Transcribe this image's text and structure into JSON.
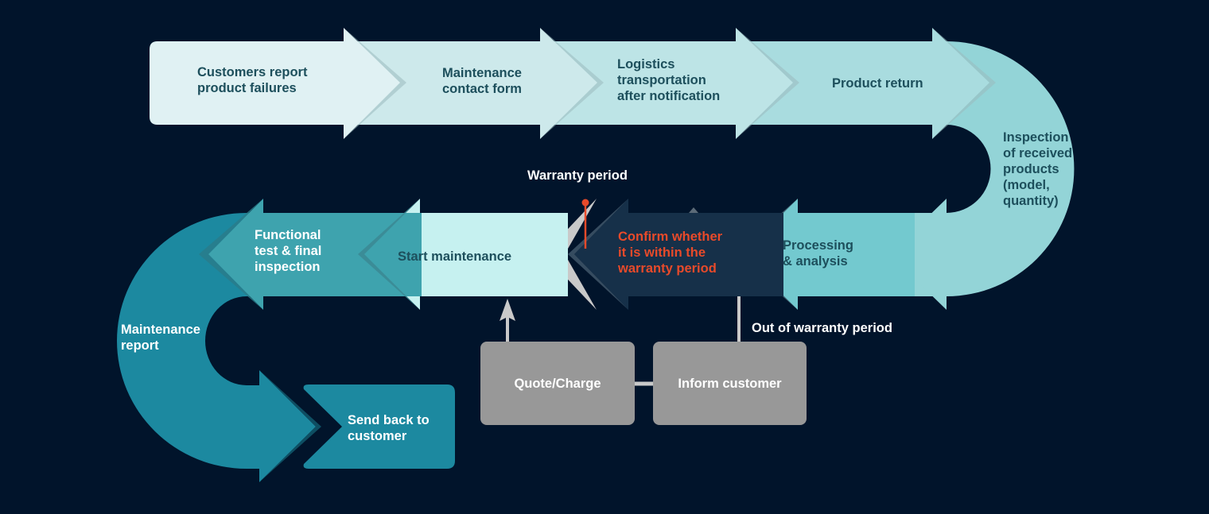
{
  "title": "Product maintenance process flow",
  "colors": {
    "background": "#01142b",
    "step_1": "#e0f1f3",
    "step_2": "#cde9eb",
    "step_3": "#bde4e6",
    "step_4": "#a9dcdf",
    "inspection": "#93d4d7",
    "processing": "#73c9cf",
    "confirm": "#163049",
    "start_maintenance": "#c6f1f0",
    "functional_test": "#3ea3ae",
    "maintenance_report": "#1c89a0",
    "send_back": "#1c89a0",
    "gray_box": "#989898",
    "connector": "#c9c9c9",
    "accent_red": "#e84a2a",
    "dark_text": "#1d4f5c"
  },
  "steps": {
    "customers_report": "Customers report\nproduct failures",
    "contact_form": "Maintenance\ncontact form",
    "logistics": "Logistics\ntransportation\nafter notification",
    "product_return": "Product return",
    "inspection": "Inspection\nof received\nproducts\n(model,\nquantity)",
    "processing": "Processing\n& analysis",
    "confirm_warranty": "Confirm whether\nit is within the\nwarranty period",
    "start_maintenance": "Start maintenance",
    "functional_test": "Functional\ntest & final\ninspection",
    "maintenance_report": "Maintenance\nreport",
    "send_back": "Send back to\ncustomer",
    "quote_charge": "Quote/Charge",
    "inform_customer": "Inform customer"
  },
  "annotations": {
    "warranty_period": "Warranty period",
    "out_of_warranty": "Out of warranty period"
  }
}
